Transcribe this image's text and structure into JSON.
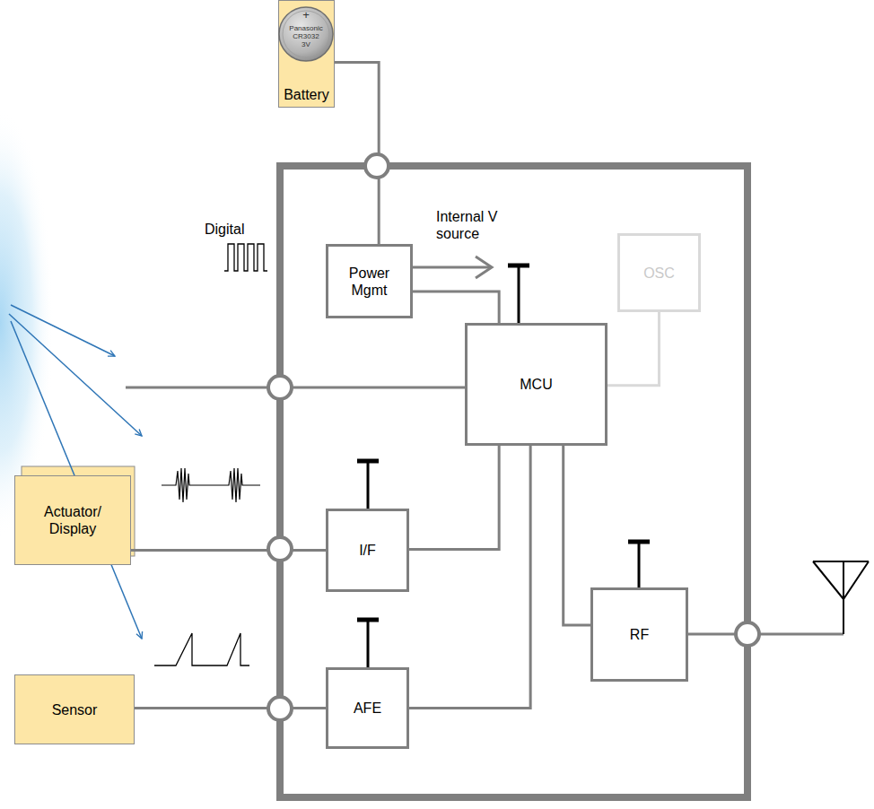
{
  "diagram": {
    "nodes": [
      {
        "text": [
          "Battery"
        ]
      },
      {
        "text": [
          "Power Mgmt"
        ]
      },
      {
        "text": [
          "OSC"
        ]
      },
      {
        "text": [
          "MCU"
        ]
      },
      {
        "text": [
          "Actuator/ Display"
        ]
      },
      {
        "text": [
          "I/F"
        ]
      },
      {
        "text": [
          "RF"
        ]
      },
      {
        "text": [
          "Sensor"
        ]
      },
      {
        "text": [
          "AFE"
        ]
      }
    ],
    "edges": [
      {
        "from": 0,
        "to": 1,
        "arrow": "none"
      },
      {
        "from": 1,
        "to": 3,
        "arrow": "none"
      },
      {
        "from": 3,
        "to": 2,
        "arrow": "none"
      },
      {
        "from": 3,
        "to": 5,
        "arrow": "none"
      },
      {
        "from": 5,
        "to": 4,
        "arrow": "none"
      },
      {
        "from": 3,
        "to": 6,
        "arrow": "none"
      },
      {
        "from": 7,
        "to": 8,
        "arrow": "none"
      },
      {
        "from": 8,
        "to": 3,
        "arrow": "none"
      }
    ],
    "labels": [
      "+",
      "Panasonic",
      "CR3032",
      "3V",
      "Internal V source",
      "Digital"
    ]
  }
}
